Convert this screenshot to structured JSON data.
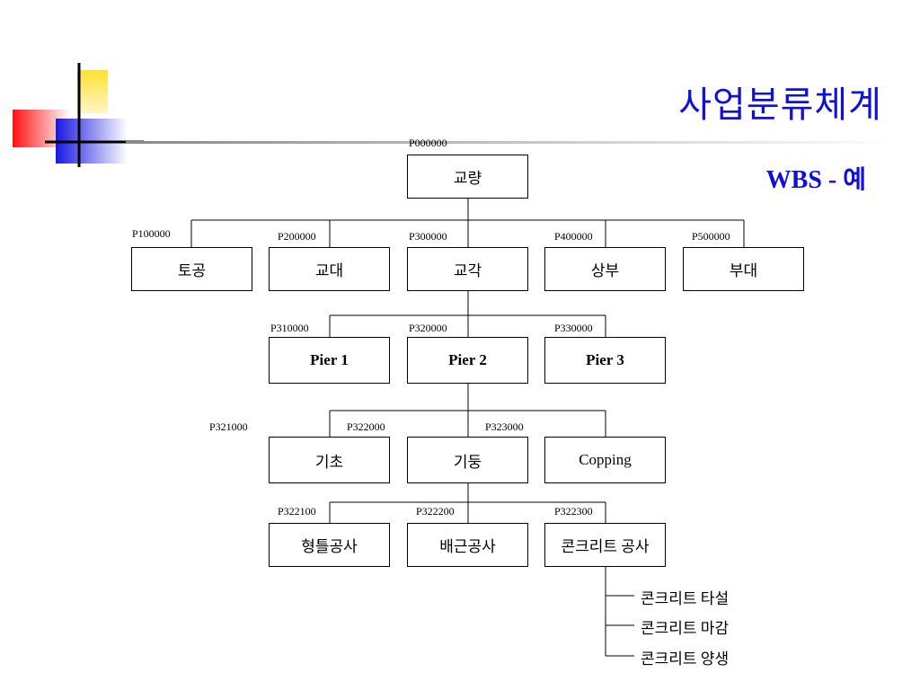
{
  "slide": {
    "title": "사업분류체계",
    "subtitle": "WBS - 예"
  },
  "wbs": {
    "root": {
      "code": "P000000",
      "label": "교량"
    },
    "level1": [
      {
        "code": "P100000",
        "label": "토공"
      },
      {
        "code": "P200000",
        "label": "교대"
      },
      {
        "code": "P300000",
        "label": "교각"
      },
      {
        "code": "P400000",
        "label": "상부"
      },
      {
        "code": "P500000",
        "label": "부대"
      }
    ],
    "level2": [
      {
        "code": "P310000",
        "label": "Pier 1"
      },
      {
        "code": "P320000",
        "label": "Pier 2"
      },
      {
        "code": "P330000",
        "label": "Pier 3"
      }
    ],
    "level3": [
      {
        "code": "P321000",
        "label": "기초"
      },
      {
        "code": "P322000",
        "label": "기둥"
      },
      {
        "code": "P323000",
        "label": "Copping"
      }
    ],
    "level4": [
      {
        "code": "P322100",
        "label": "형틀공사"
      },
      {
        "code": "P322200",
        "label": "배근공사"
      },
      {
        "code": "P322300",
        "label": "콘크리트 공사"
      }
    ],
    "level5": [
      "콘크리트 타설",
      "콘크리트 마감",
      "콘크리트 양생"
    ]
  },
  "colors": {
    "title": "#1010d8",
    "logo_red": "#ff2020",
    "logo_yellow": "#ffd800",
    "logo_blue": "#2020e0"
  }
}
